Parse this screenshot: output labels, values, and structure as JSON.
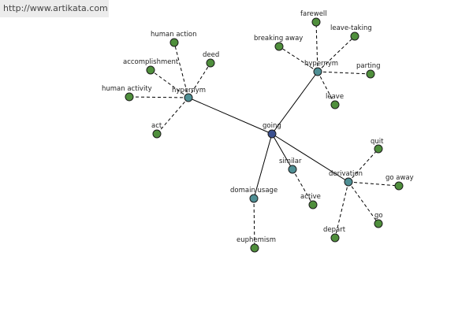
{
  "watermark": "http://www.artikata.com",
  "colors": {
    "root": "#3a4f8f",
    "relation": "#4f8f94",
    "term": "#4f8f3c"
  },
  "nodes": [
    {
      "id": "going",
      "label": "going",
      "kind": "root"
    },
    {
      "id": "hypernym1",
      "label": "hypernym",
      "kind": "relation"
    },
    {
      "id": "hypernym2",
      "label": "hypernym",
      "kind": "relation"
    },
    {
      "id": "similar",
      "label": "similar",
      "kind": "relation"
    },
    {
      "id": "derivation",
      "label": "derivation",
      "kind": "relation"
    },
    {
      "id": "domain_usage",
      "label": "domain usage",
      "kind": "relation"
    },
    {
      "id": "human_action",
      "label": "human action",
      "kind": "term"
    },
    {
      "id": "accomplishment",
      "label": "accomplishment",
      "kind": "term"
    },
    {
      "id": "deed",
      "label": "deed",
      "kind": "term"
    },
    {
      "id": "human_activity",
      "label": "human activity",
      "kind": "term"
    },
    {
      "id": "act",
      "label": "act",
      "kind": "term"
    },
    {
      "id": "farewell",
      "label": "farewell",
      "kind": "term"
    },
    {
      "id": "leave_taking",
      "label": "leave-taking",
      "kind": "term"
    },
    {
      "id": "breaking_away",
      "label": "breaking away",
      "kind": "term"
    },
    {
      "id": "parting",
      "label": "parting",
      "kind": "term"
    },
    {
      "id": "leave",
      "label": "leave",
      "kind": "term"
    },
    {
      "id": "quit",
      "label": "quit",
      "kind": "term"
    },
    {
      "id": "go_away",
      "label": "go away",
      "kind": "term"
    },
    {
      "id": "go",
      "label": "go",
      "kind": "term"
    },
    {
      "id": "depart",
      "label": "depart",
      "kind": "term"
    },
    {
      "id": "active",
      "label": "active",
      "kind": "term"
    },
    {
      "id": "euphemism",
      "label": "euphemism",
      "kind": "term"
    }
  ],
  "edges": [
    {
      "from": "going",
      "to": "hypernym1",
      "style": "solid"
    },
    {
      "from": "going",
      "to": "hypernym2",
      "style": "solid"
    },
    {
      "from": "going",
      "to": "similar",
      "style": "solid"
    },
    {
      "from": "going",
      "to": "derivation",
      "style": "solid"
    },
    {
      "from": "going",
      "to": "domain_usage",
      "style": "solid"
    },
    {
      "from": "hypernym1",
      "to": "human_action",
      "style": "dashed"
    },
    {
      "from": "hypernym1",
      "to": "accomplishment",
      "style": "dashed"
    },
    {
      "from": "hypernym1",
      "to": "deed",
      "style": "dashed"
    },
    {
      "from": "hypernym1",
      "to": "human_activity",
      "style": "dashed"
    },
    {
      "from": "hypernym1",
      "to": "act",
      "style": "dashed"
    },
    {
      "from": "hypernym2",
      "to": "farewell",
      "style": "dashed"
    },
    {
      "from": "hypernym2",
      "to": "leave_taking",
      "style": "dashed"
    },
    {
      "from": "hypernym2",
      "to": "breaking_away",
      "style": "dashed"
    },
    {
      "from": "hypernym2",
      "to": "parting",
      "style": "dashed"
    },
    {
      "from": "hypernym2",
      "to": "leave",
      "style": "dashed"
    },
    {
      "from": "derivation",
      "to": "quit",
      "style": "dashed"
    },
    {
      "from": "derivation",
      "to": "go_away",
      "style": "dashed"
    },
    {
      "from": "derivation",
      "to": "go",
      "style": "dashed"
    },
    {
      "from": "derivation",
      "to": "depart",
      "style": "dashed"
    },
    {
      "from": "similar",
      "to": "active",
      "style": "dashed"
    },
    {
      "from": "domain_usage",
      "to": "euphemism",
      "style": "dashed"
    }
  ]
}
